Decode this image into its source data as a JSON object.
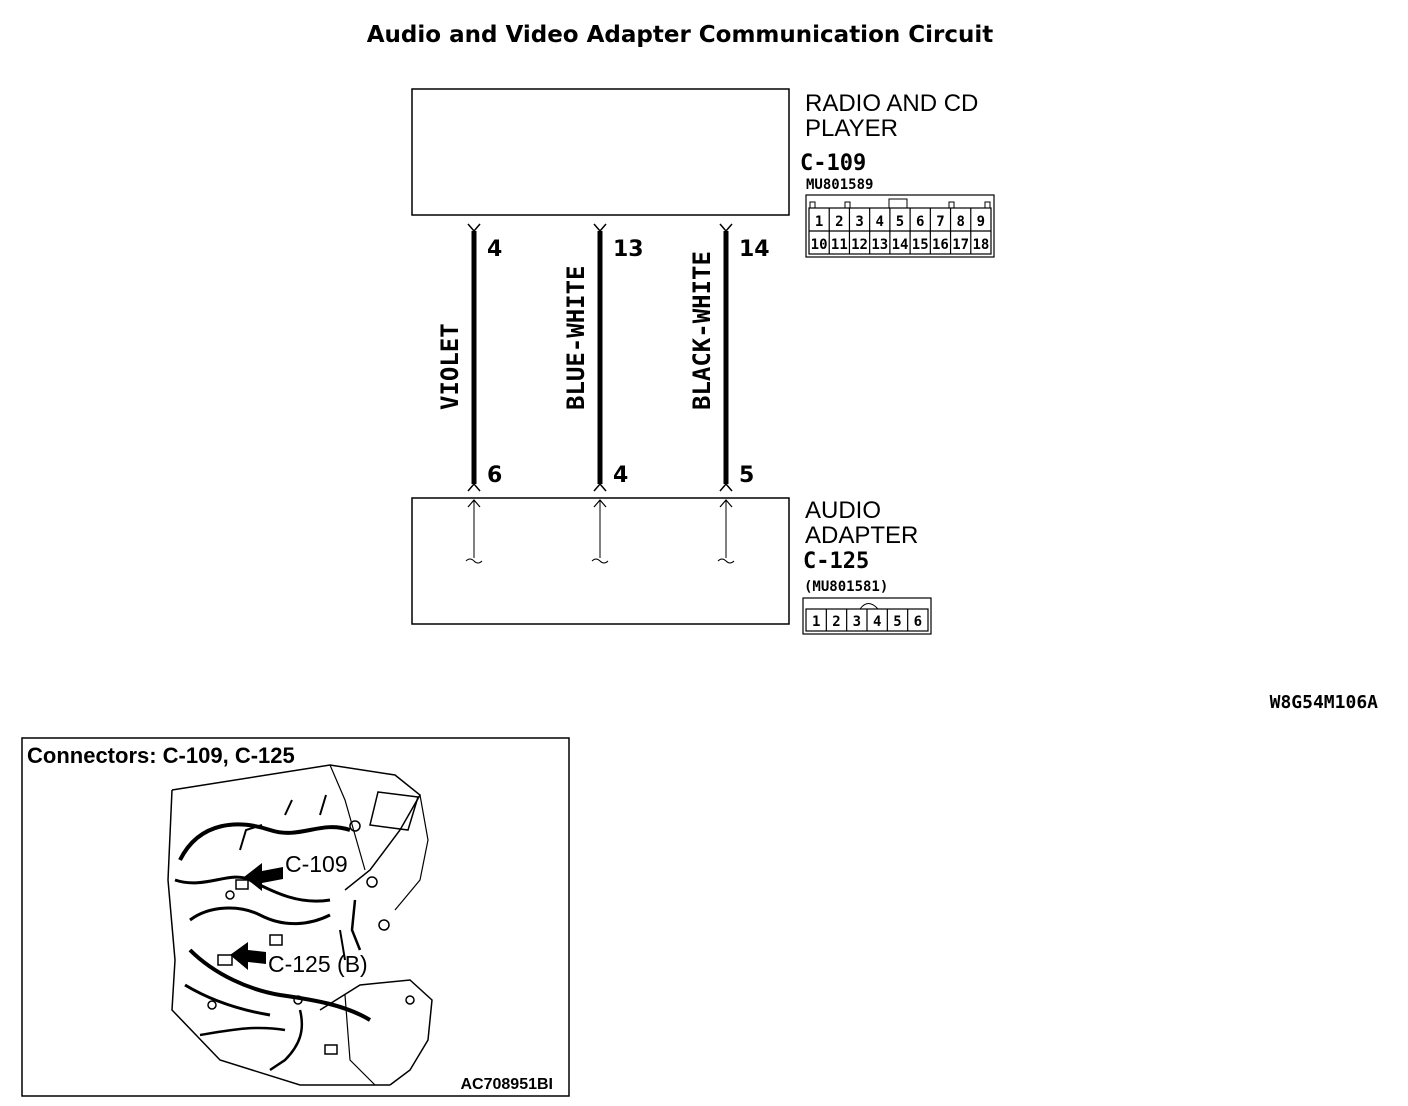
{
  "title": "Audio and Video Adapter Communication Circuit",
  "radio": {
    "name_line1": "RADIO AND CD",
    "name_line2": "PLAYER",
    "connector": "C-109",
    "part_no": "MU801589",
    "pins_top": [
      "1",
      "2",
      "3",
      "4",
      "5",
      "6",
      "7",
      "8",
      "9"
    ],
    "pins_bottom": [
      "10",
      "11",
      "12",
      "13",
      "14",
      "15",
      "16",
      "17",
      "18"
    ]
  },
  "adapter": {
    "name_line1": "AUDIO",
    "name_line2": "ADAPTER",
    "connector": "C-125",
    "part_no": "(MU801581)",
    "pins": [
      "1",
      "2",
      "3",
      "4",
      "5",
      "6"
    ]
  },
  "wires": [
    {
      "color": "VIOLET",
      "top_pin": "4",
      "bottom_pin": "6"
    },
    {
      "color": "BLUE-WHITE",
      "top_pin": "13",
      "bottom_pin": "4"
    },
    {
      "color": "BLACK-WHITE",
      "top_pin": "14",
      "bottom_pin": "5"
    }
  ],
  "diagram_ref": "W8G54M106A",
  "locator": {
    "title": "Connectors: C-109, C-125",
    "callout_1": "C-109",
    "callout_2": "C-125 (B)",
    "ref": "AC708951BI"
  }
}
